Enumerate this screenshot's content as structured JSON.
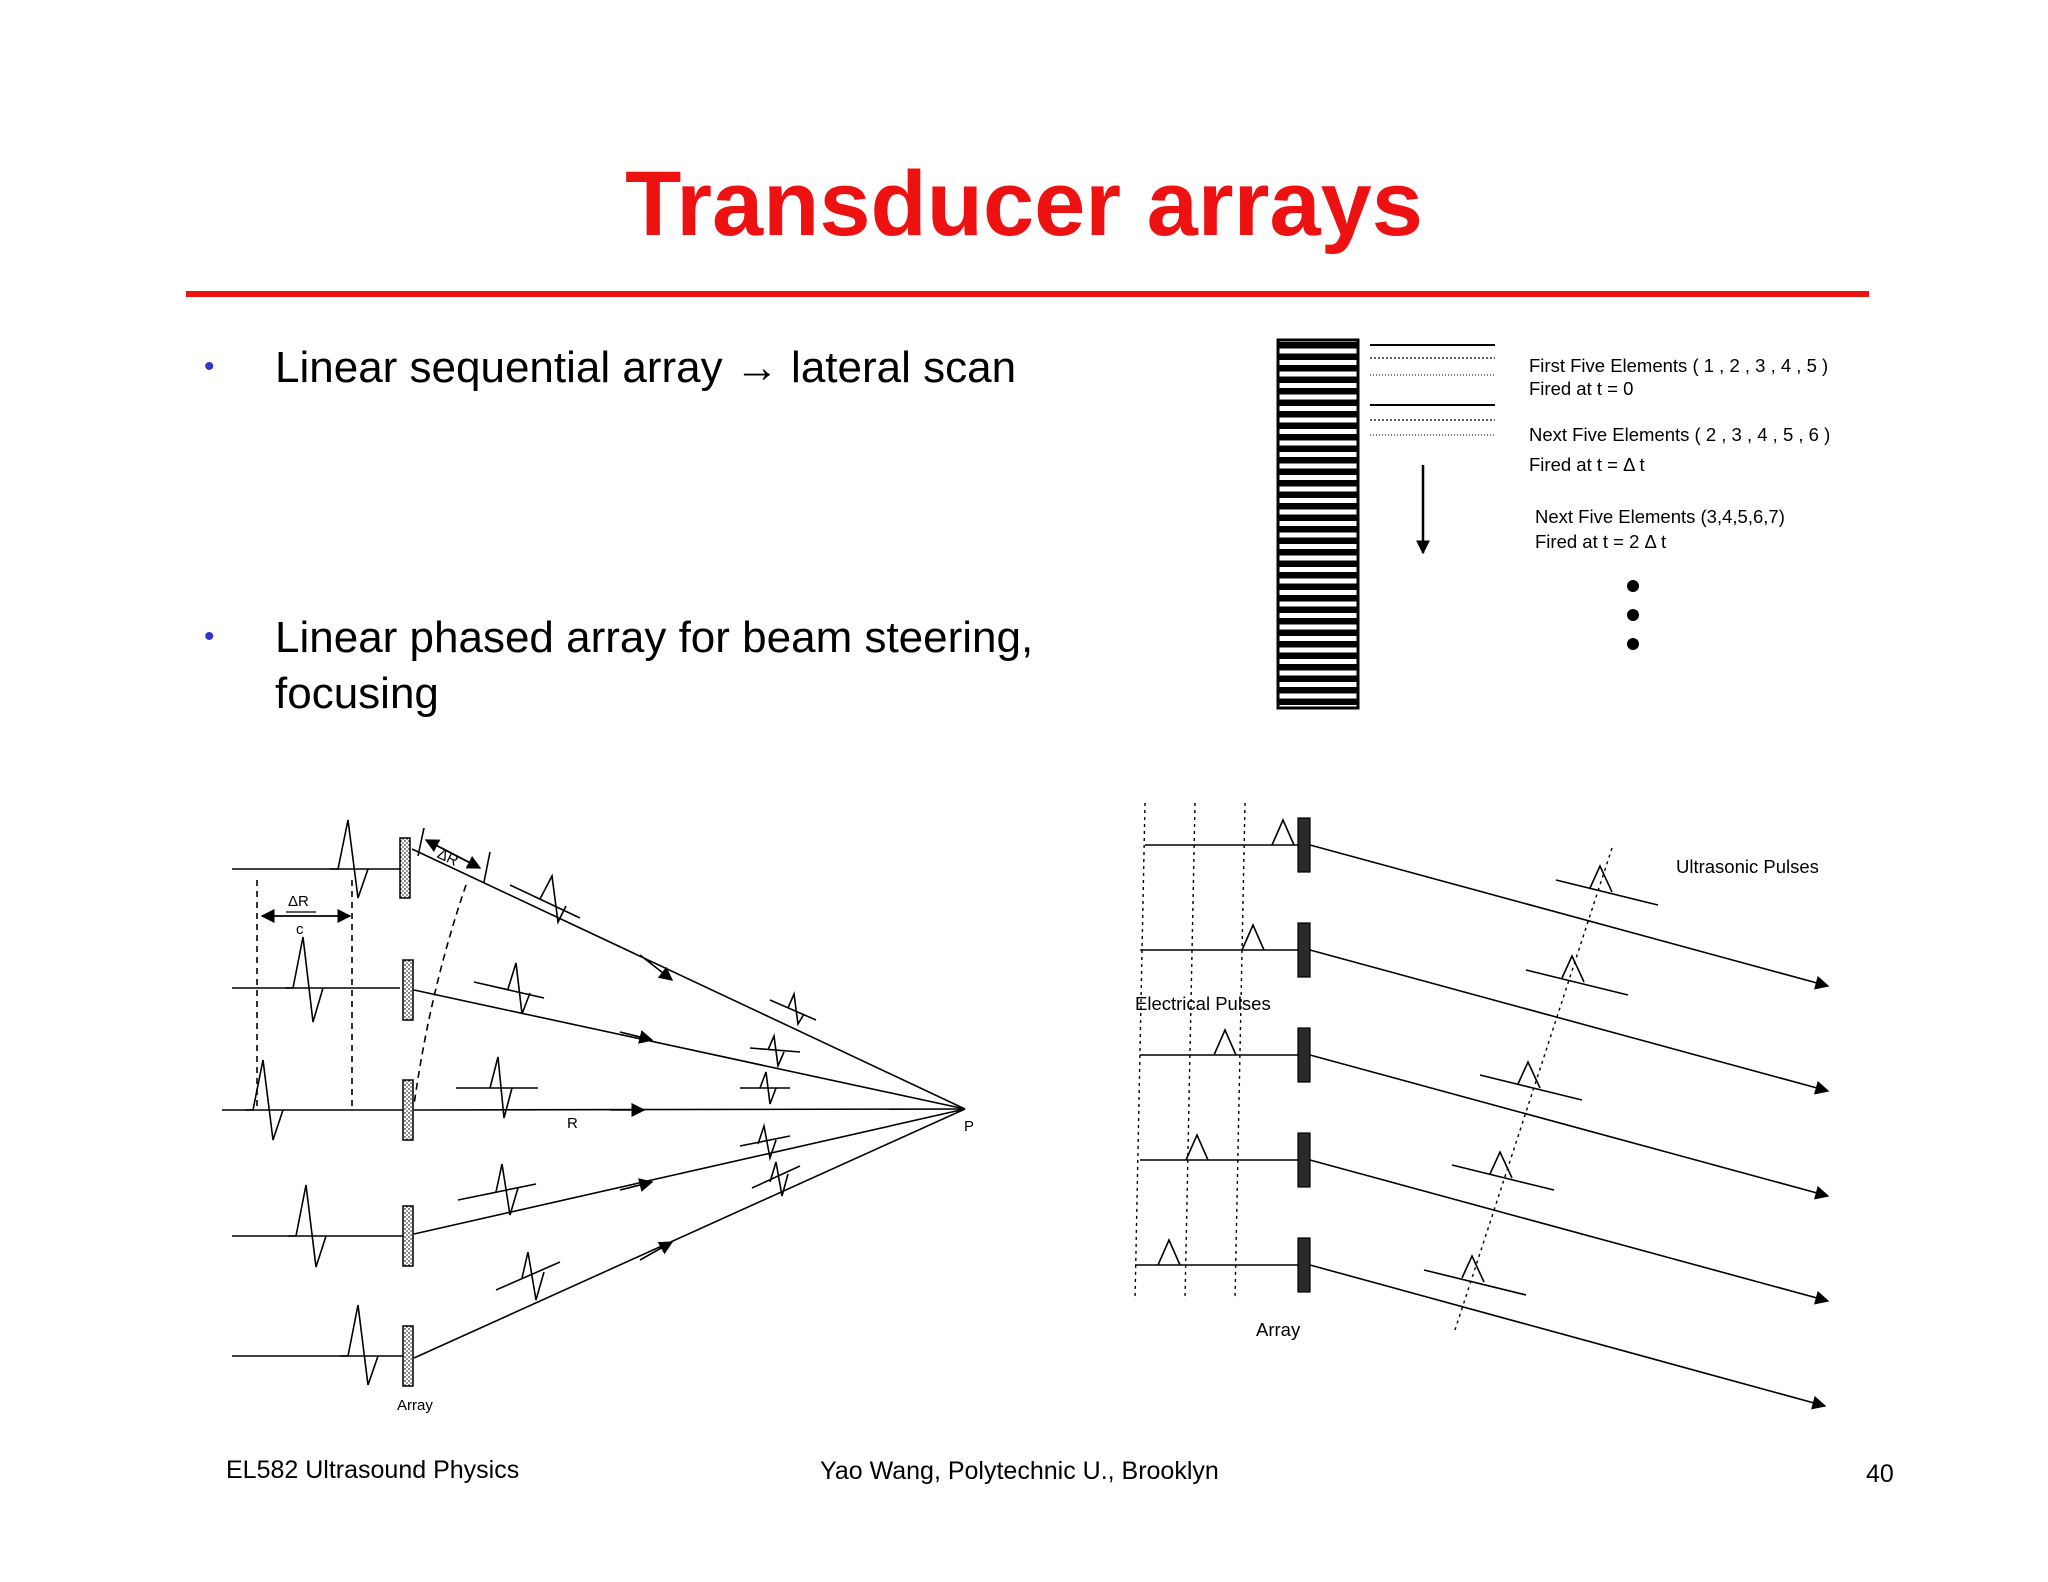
{
  "title": "Transducer arrays",
  "bullets": [
    {
      "text": "Linear sequential array → lateral scan"
    },
    {
      "line1": "Linear phased array for beam steering,",
      "line2": "focusing"
    }
  ],
  "bullet_glyph": "•",
  "sequential_figure": {
    "labels": [
      {
        "l1": "First  Five  Elements ( 1 , 2 , 3 , 4 , 5 )",
        "l2": "Fired  at  t = 0"
      },
      {
        "l1": "Next  Five  Elements  ( 2 , 3 , 4 , 5 , 6 )",
        "l2": "Fired  at  t = Δ t"
      },
      {
        "l1": "Next  Five  Elements  (3,4,5,6,7)",
        "l2": "Fired  at  t =  2 Δ  t"
      }
    ]
  },
  "focusing_figure": {
    "delta_r": "ΔR",
    "delta_r_over_c_num": "ΔR",
    "delta_r_over_c_den": "c",
    "r_label": "R",
    "p_label": "P",
    "array_label": "Array"
  },
  "steering_figure": {
    "ultrasonic_label": "Ultrasonic  Pulses",
    "electrical_label": "Electrical  Pulses",
    "array_label": "Array"
  },
  "footer": {
    "left": "EL582 Ultrasound Physics",
    "center": "Yao Wang, Polytechnic U., Brooklyn",
    "page": "40"
  },
  "colors": {
    "title": "#ee1111",
    "rule": "#ee1111",
    "bullet": "#3333cc"
  }
}
